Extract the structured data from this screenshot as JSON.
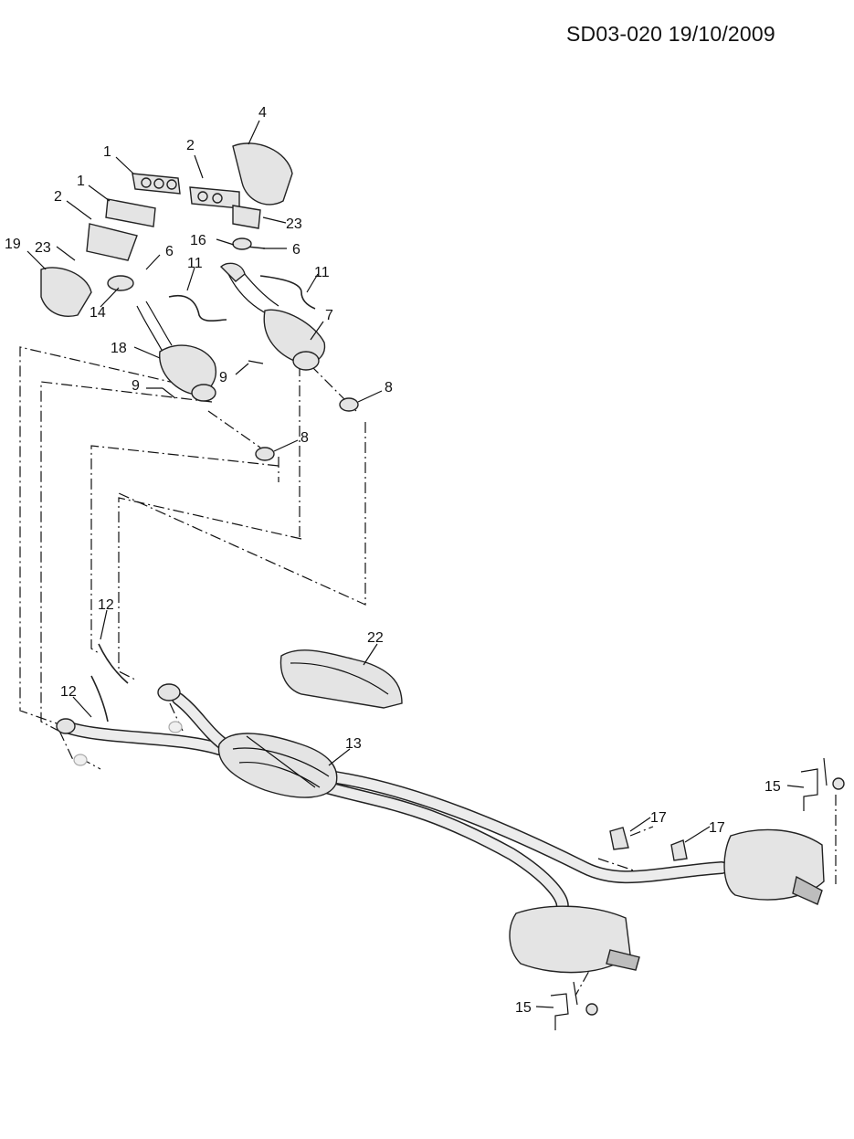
{
  "header": {
    "code": "SD03-020 19/10/2009"
  },
  "callouts": {
    "c1a": "1",
    "c1b": "1",
    "c2a": "2",
    "c2b": "2",
    "c4": "4",
    "c6a": "6",
    "c6b": "6",
    "c7": "7",
    "c8a": "8",
    "c8b": "8",
    "c9a": "9",
    "c9b": "9",
    "c11a": "11",
    "c11b": "11",
    "c12a": "12",
    "c12b": "12",
    "c13": "13",
    "c14": "14",
    "c15a": "15",
    "c15b": "15",
    "c16": "16",
    "c17a": "17",
    "c17b": "17",
    "c18": "18",
    "c19": "19",
    "c22": "22",
    "c23a": "23",
    "c23b": "23"
  }
}
